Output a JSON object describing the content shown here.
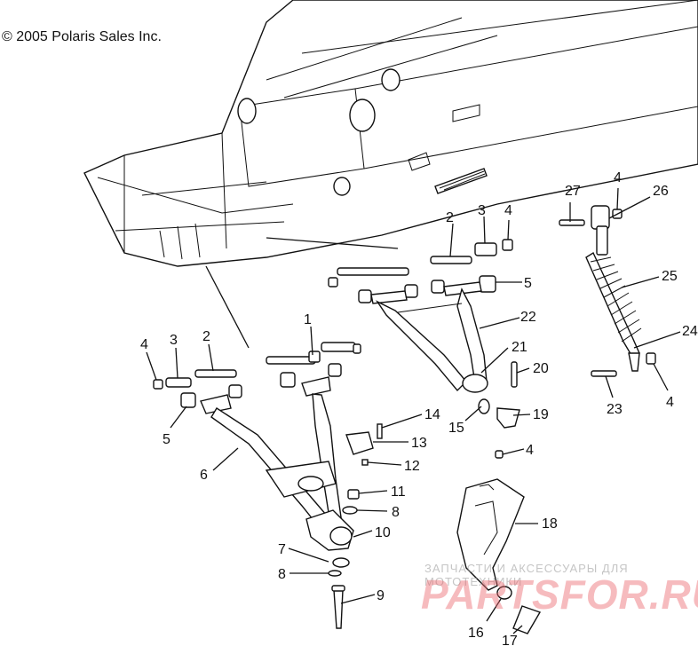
{
  "copyright": "© 2005 Polaris Sales Inc.",
  "watermark": {
    "tagline": "ЗАПЧАСТИ И АКСЕССУАРЫ ДЛЯ МОТОТЕХНИКИ",
    "brand": "PARTSFOR.RU",
    "color": "#eb696e"
  },
  "callouts": [
    "1",
    "2",
    "3",
    "4",
    "5",
    "6",
    "7",
    "8",
    "9",
    "10",
    "11",
    "12",
    "13",
    "14",
    "15",
    "16",
    "17",
    "18",
    "19",
    "20",
    "21",
    "22",
    "23",
    "24",
    "25",
    "26",
    "27"
  ]
}
